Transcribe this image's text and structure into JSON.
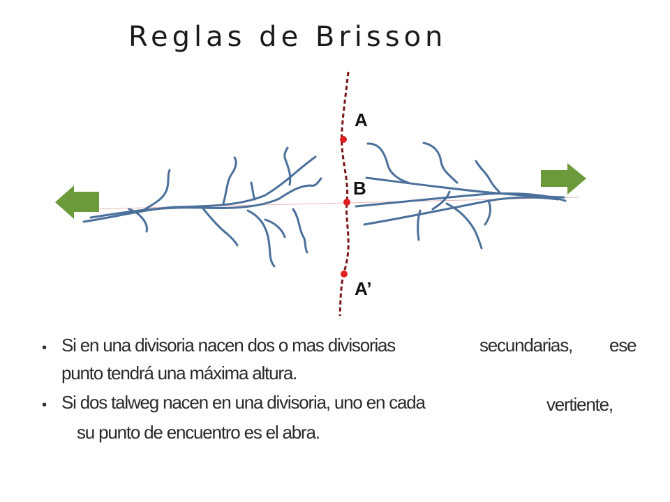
{
  "title": "Reglas de Brisson",
  "points": {
    "a": "A",
    "b": "B",
    "a_prime": "A’"
  },
  "colors": {
    "river": "#4a6f9a",
    "divide": "#7a1414",
    "point": "#e02020",
    "arrow": "#6b9a3a",
    "axis": "#e8b8b8"
  },
  "icons": {
    "left_arrow": "arrow-left-icon",
    "right_arrow": "arrow-right-icon"
  },
  "bullets": [
    {
      "line1_a": "Si en una divisoria nacen dos o mas divisorias",
      "line1_b": "secundarias,",
      "line1_c": "ese",
      "line2": "punto tendrá una máxima altura."
    },
    {
      "line1_a": "Si dos talweg nacen en una divisoria, uno en cada",
      "line1_b": "vertiente,",
      "line2": "su punto de encuentro es el abra."
    }
  ]
}
